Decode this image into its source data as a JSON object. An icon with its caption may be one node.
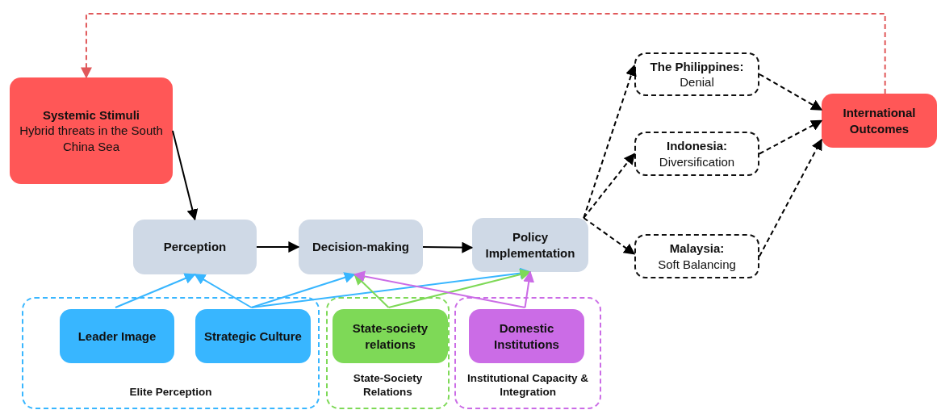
{
  "diagram": {
    "nodes": [
      {
        "text": [
          "Systemic Stimuli",
          "Hybrid threats in the South China Sea"
        ]
      },
      {
        "text": [
          "Perception"
        ]
      },
      {
        "text": [
          "Decision-making"
        ]
      },
      {
        "text": [
          "Policy Implementation"
        ]
      },
      {
        "text": [
          "The Philippines:",
          "Denial"
        ]
      },
      {
        "text": [
          "Indonesia:",
          "Diversification"
        ]
      },
      {
        "text": [
          "Malaysia:",
          "Soft Balancing"
        ]
      },
      {
        "text": [
          "International Outcomes"
        ]
      },
      {
        "text": [
          "Elite Perception"
        ]
      },
      {
        "text": [
          "Leader Image"
        ],
        "in": 8
      },
      {
        "text": [
          "Strategic Culture"
        ],
        "in": 8
      },
      {
        "text": [
          "State-Society Relations"
        ]
      },
      {
        "text": [
          "State-society relations"
        ],
        "in": 11
      },
      {
        "text": [
          "Institutional Capacity & Integration"
        ]
      },
      {
        "text": [
          "Domestic Institutions"
        ],
        "in": 13
      }
    ],
    "edges": [
      {
        "from": 0,
        "to": 1,
        "arrow": "to"
      },
      {
        "from": 1,
        "to": 2,
        "arrow": "to"
      },
      {
        "from": 2,
        "to": 3,
        "arrow": "to"
      },
      {
        "from": 3,
        "to": 4,
        "arrow": "to",
        "style": "dashed"
      },
      {
        "from": 3,
        "to": 5,
        "arrow": "to",
        "style": "dashed"
      },
      {
        "from": 3,
        "to": 6,
        "arrow": "to",
        "style": "dashed"
      },
      {
        "from": 4,
        "to": 7,
        "arrow": "to",
        "style": "dashed"
      },
      {
        "from": 5,
        "to": 7,
        "arrow": "to",
        "style": "dashed"
      },
      {
        "from": 6,
        "to": 7,
        "arrow": "to",
        "style": "dashed"
      },
      {
        "from": 7,
        "to": 0,
        "arrow": "to",
        "style": "dashed",
        "color": "#e0585a"
      },
      {
        "from": 9,
        "to": 1,
        "arrow": "to",
        "color": "#38b6ff"
      },
      {
        "from": 10,
        "to": 1,
        "arrow": "to",
        "color": "#38b6ff"
      },
      {
        "from": 10,
        "to": 2,
        "arrow": "to",
        "color": "#38b6ff"
      },
      {
        "from": 10,
        "to": 3,
        "arrow": "to",
        "color": "#38b6ff"
      },
      {
        "from": 12,
        "to": 2,
        "arrow": "to",
        "color": "#7ed957"
      },
      {
        "from": 12,
        "to": 3,
        "arrow": "to",
        "color": "#7ed957"
      },
      {
        "from": 14,
        "to": 2,
        "arrow": "to",
        "color": "#cb6ce6"
      },
      {
        "from": 14,
        "to": 3,
        "arrow": "to",
        "color": "#cb6ce6"
      }
    ]
  }
}
